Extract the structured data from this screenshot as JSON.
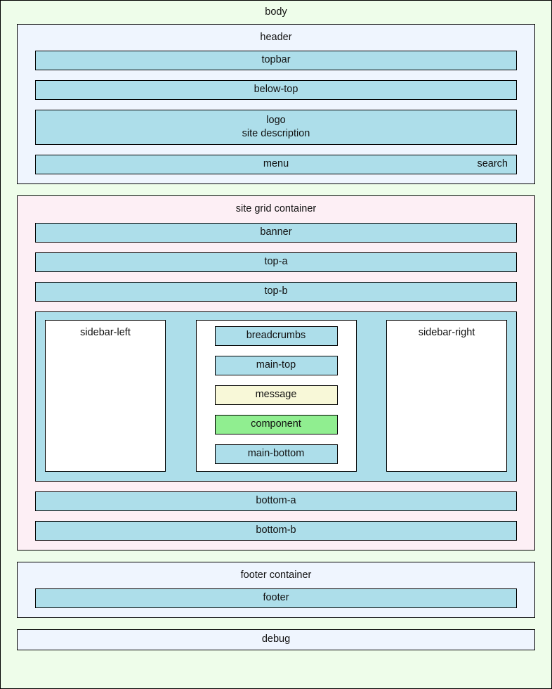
{
  "diagram": {
    "type": "page-layout-wireframe",
    "body": {
      "label": "body",
      "background_color": "#eefdea"
    },
    "header": {
      "label": "header",
      "background_color": "#eff5fe",
      "rows": [
        {
          "label": "topbar"
        },
        {
          "label": "below-top"
        },
        {
          "label": "logo",
          "sublabel": "site description"
        },
        {
          "label": "menu",
          "right_label": "search"
        }
      ]
    },
    "site_grid": {
      "label": "site grid container",
      "background_color": "#fdeff5",
      "rows_top": [
        {
          "label": "banner"
        },
        {
          "label": "top-a"
        },
        {
          "label": "top-b"
        }
      ],
      "content": {
        "background_color": "#addeea",
        "sidebar_left": {
          "label": "sidebar-left"
        },
        "main": {
          "blocks": [
            {
              "label": "breadcrumbs",
              "color": "#addeea"
            },
            {
              "label": "main-top",
              "color": "#addeea"
            },
            {
              "label": "message",
              "color": "#f8f8d8"
            },
            {
              "label": "component",
              "color": "#90ee90"
            },
            {
              "label": "main-bottom",
              "color": "#addeea"
            }
          ]
        },
        "sidebar_right": {
          "label": "sidebar-right"
        }
      },
      "rows_bottom": [
        {
          "label": "bottom-a"
        },
        {
          "label": "bottom-b"
        }
      ]
    },
    "footer_container": {
      "label": "footer container",
      "background_color": "#eff5fe",
      "rows": [
        {
          "label": "footer"
        }
      ]
    },
    "debug": {
      "label": "debug",
      "background_color": "#eff5fe"
    }
  }
}
